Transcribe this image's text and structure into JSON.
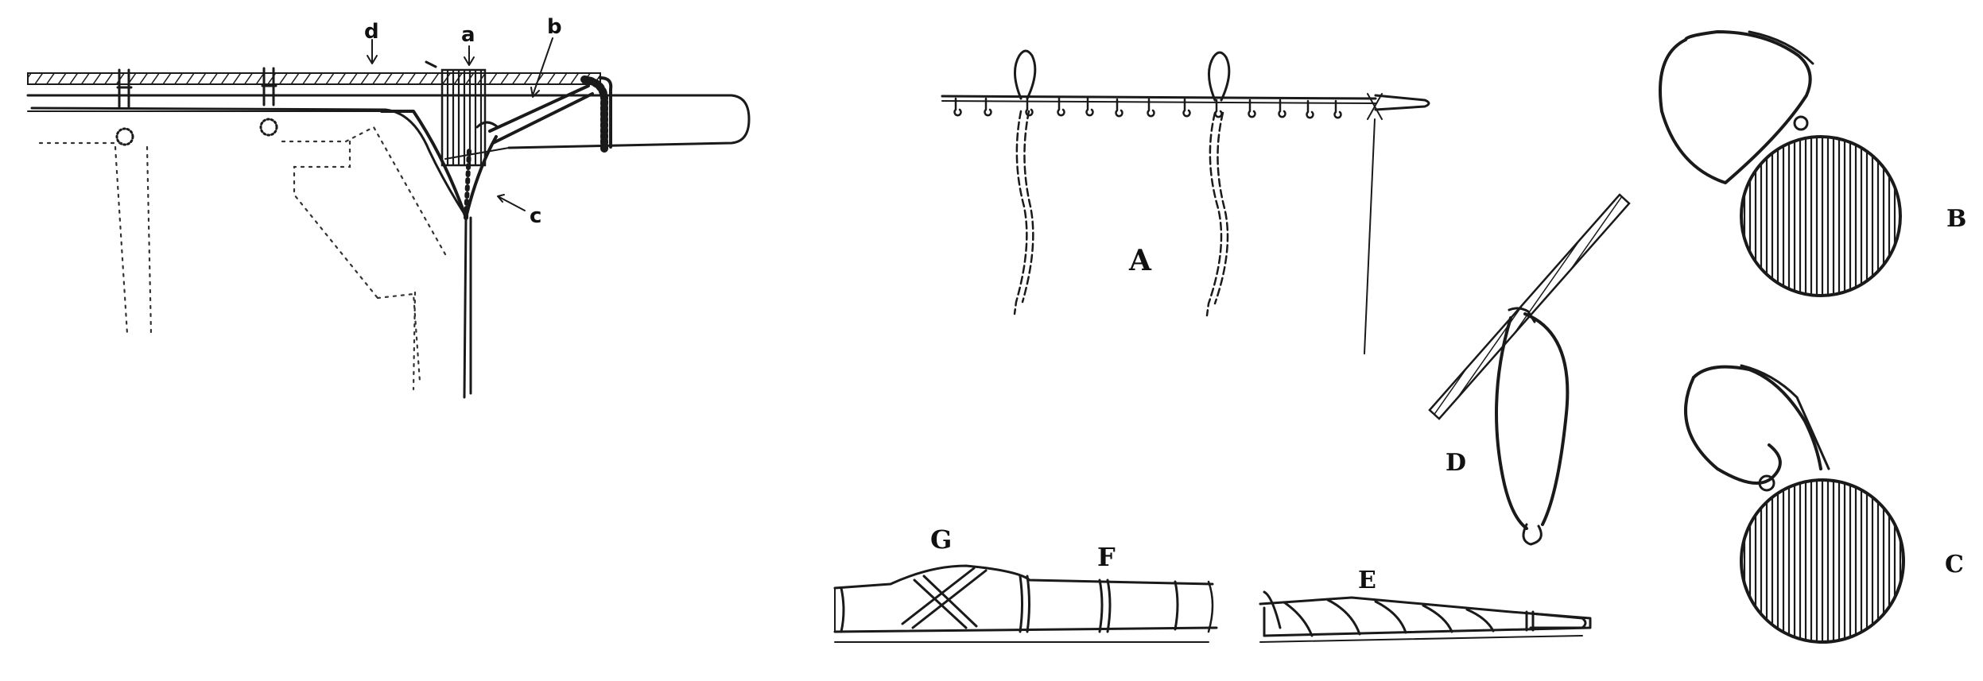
{
  "figure_labels": {
    "a": "a",
    "b": "b",
    "c": "c",
    "d": "d",
    "A": "A",
    "B": "B",
    "C": "C",
    "D": "D",
    "E": "E",
    "F": "F",
    "G": "G"
  },
  "colors": {
    "ink": "#1a1a1a",
    "paper": "#ffffff"
  }
}
